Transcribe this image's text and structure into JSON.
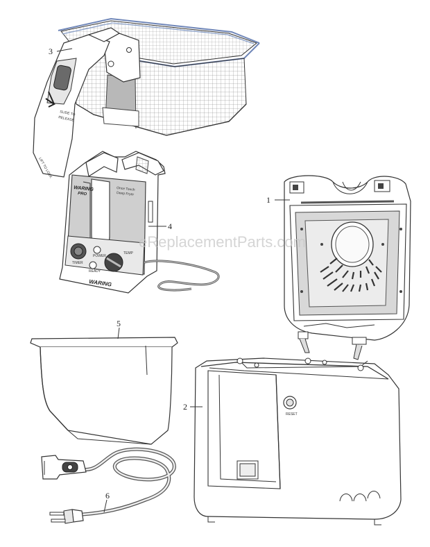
{
  "watermark": "eReplacementParts.com",
  "parts": [
    {
      "number": "1"
    },
    {
      "number": "2"
    },
    {
      "number": "3"
    },
    {
      "number": "4"
    },
    {
      "number": "5"
    },
    {
      "number": "6"
    }
  ],
  "handle_text": {
    "slide": "SLIDE TO",
    "release": "RELEASE",
    "lock": "LIFT TO LOCK"
  },
  "control_panel": {
    "brand": "WARING",
    "brand_sub": "PRO",
    "tagline_1": "Once Touch",
    "tagline_2": "Deep Fryer",
    "power_label": "POWER",
    "timer_label": "TIMER",
    "ready_label": "READY",
    "temp_label": "TEMP",
    "bottom_brand": "WARING"
  },
  "body_text": {
    "reset_label": "RESET"
  }
}
